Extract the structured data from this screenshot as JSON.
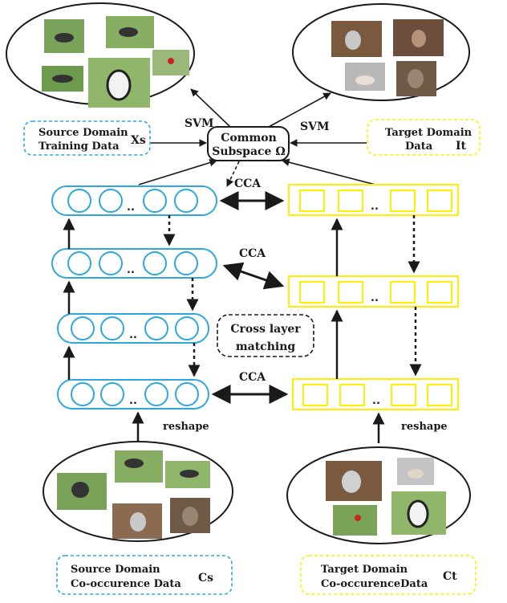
{
  "colors": {
    "source": "#2ea8dc",
    "target": "#ffee00",
    "ink": "#1a1a1a",
    "photo_green": "#7aa35a",
    "photo_brown": "#7a5a3e",
    "photo_gray": "#9c9c9c"
  },
  "labels": {
    "svm_left": "SVM",
    "svm_right": "SVM",
    "common_line1": "Common",
    "common_line2": "Subspace Ω",
    "source_train_line1": "Source Domain",
    "source_train_line2": "Training Data",
    "source_train_symbol": "Xs",
    "target_data_line1": "Target Domain",
    "target_data_line2": "Data",
    "target_data_symbol": "It",
    "cca_top": "CCA",
    "cca_mid": "CCA",
    "cca_bottom": "CCA",
    "cross_line1": "Cross layer",
    "cross_line2": "matching",
    "reshape_left": "reshape",
    "reshape_right": "reshape",
    "source_cooc_line1": "Source Domain",
    "source_cooc_line2": "Co-occurence Data",
    "source_cooc_symbol": "Cs",
    "target_cooc_line1": "Target Domain",
    "target_cooc_line2": "Co-occurenceData",
    "target_cooc_symbol": "Ct",
    "ellipsis": ".."
  },
  "icons": {
    "source_images": "bird-photo-icon",
    "target_images": "cat-photo-icon"
  }
}
